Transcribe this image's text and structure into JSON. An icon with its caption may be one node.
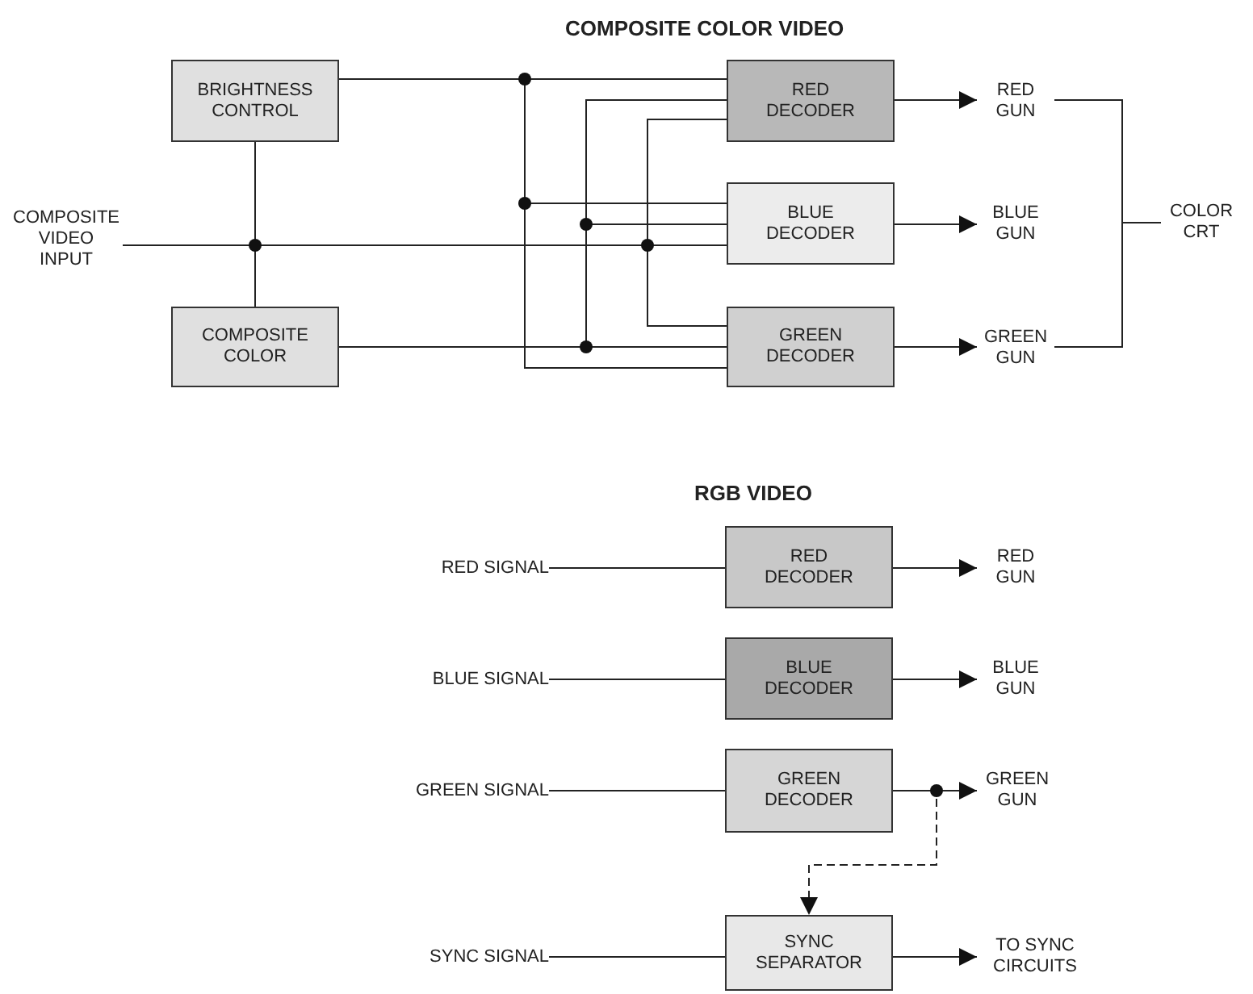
{
  "diagram": {
    "title": "COMPOSITE COLOR VIDEO",
    "nodes": [
      {
        "text": [
          "BRIGHTNESS CONTROL"
        ]
      },
      {
        "text": [
          "COMPOSITE VIDEO INPUT"
        ]
      },
      {
        "text": [
          "COMPOSITE COLOR"
        ]
      },
      {
        "text": [
          "RED DECODER"
        ]
      },
      {
        "text": [
          "BLUE DECODER"
        ]
      },
      {
        "text": [
          "GREEN DECODER"
        ]
      },
      {
        "text": [
          "RED GUN"
        ]
      },
      {
        "text": [
          "BLUE GUN"
        ]
      },
      {
        "text": [
          "GREEN GUN"
        ]
      },
      {
        "text": [
          "COLOR CRT"
        ]
      },
      {
        "text": [
          "RED SIGNAL"
        ]
      },
      {
        "text": [
          "RED DECODER"
        ]
      },
      {
        "text": [
          "RED GUN"
        ]
      },
      {
        "text": [
          "BLUE SIGNAL"
        ]
      },
      {
        "text": [
          "BLUE DECODER"
        ]
      },
      {
        "text": [
          "BLUE GUN"
        ]
      },
      {
        "text": [
          "GREEN SIGNAL"
        ]
      },
      {
        "text": [
          "GREEN DECODER"
        ]
      },
      {
        "text": [
          "GREEN GUN"
        ]
      },
      {
        "text": [
          "SYNC SIGNAL"
        ]
      },
      {
        "text": [
          "SYNC SEPARATOR"
        ]
      },
      {
        "text": [
          "TO SYNC CIRCUITS"
        ]
      }
    ],
    "edges": [
      {
        "from": 1,
        "to": 0,
        "arrow": "none"
      },
      {
        "from": 1,
        "to": 2,
        "arrow": "none"
      },
      {
        "from": 1,
        "to": 3,
        "arrow": "none"
      },
      {
        "from": 1,
        "to": 4,
        "arrow": "none"
      },
      {
        "from": 1,
        "to": 5,
        "arrow": "none"
      },
      {
        "from": 0,
        "to": 3,
        "arrow": "none"
      },
      {
        "from": 0,
        "to": 4,
        "arrow": "none"
      },
      {
        "from": 0,
        "to": 5,
        "arrow": "none"
      },
      {
        "from": 2,
        "to": 3,
        "arrow": "none"
      },
      {
        "from": 2,
        "to": 4,
        "arrow": "none"
      },
      {
        "from": 2,
        "to": 5,
        "arrow": "none"
      },
      {
        "from": 3,
        "to": 6,
        "arrow": "to"
      },
      {
        "from": 4,
        "to": 7,
        "arrow": "to"
      },
      {
        "from": 5,
        "to": 8,
        "arrow": "to"
      },
      {
        "from": 6,
        "to": 9,
        "arrow": "none"
      },
      {
        "from": 8,
        "to": 9,
        "arrow": "none"
      },
      {
        "from": 10,
        "to": 11,
        "arrow": "none"
      },
      {
        "from": 11,
        "to": 12,
        "arrow": "to"
      },
      {
        "from": 13,
        "to": 14,
        "arrow": "none"
      },
      {
        "from": 14,
        "to": 15,
        "arrow": "to"
      },
      {
        "from": 16,
        "to": 17,
        "arrow": "none"
      },
      {
        "from": 17,
        "to": 18,
        "arrow": "to"
      },
      {
        "from": 17,
        "to": 20,
        "arrow": "to",
        "style": "dashed"
      },
      {
        "from": 19,
        "to": 20,
        "arrow": "none"
      },
      {
        "from": 20,
        "to": 21,
        "arrow": "to"
      }
    ],
    "labels": [
      "RGB VIDEO"
    ]
  }
}
